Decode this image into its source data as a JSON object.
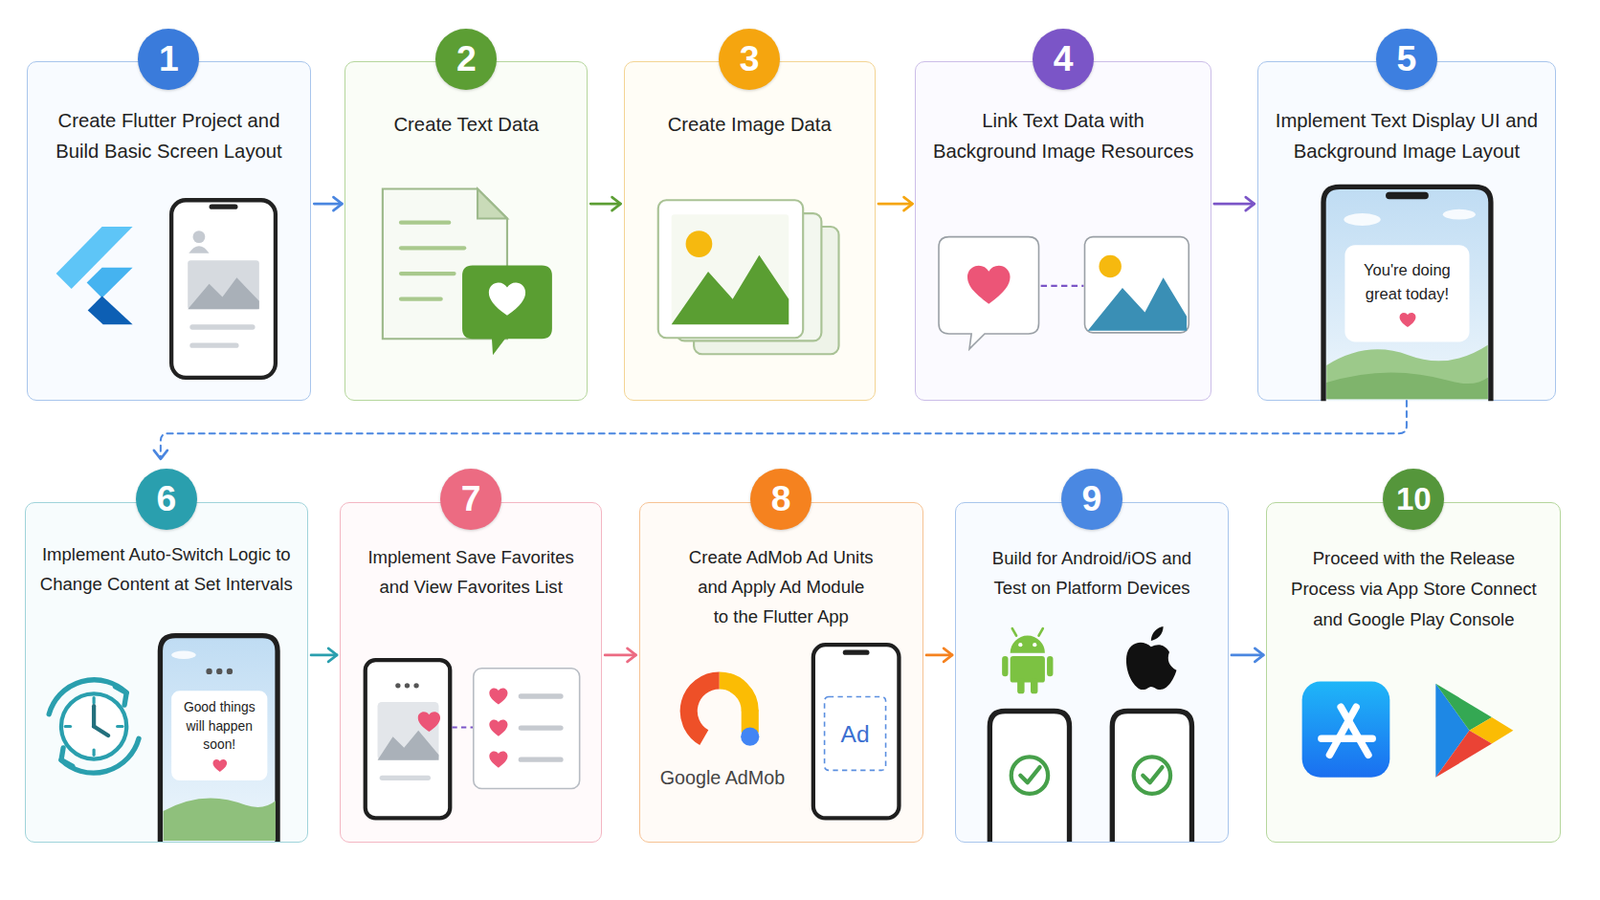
{
  "diagram": {
    "nodes": [
      {
        "text": [
          "1",
          "Create Flutter Project and Build Basic Screen Layout"
        ]
      },
      {
        "text": [
          "2",
          "Create Text Data"
        ]
      },
      {
        "text": [
          "3",
          "Create Image Data"
        ]
      },
      {
        "text": [
          "4",
          "Link Text Data with Background Image Resources"
        ]
      },
      {
        "text": [
          "5",
          "Implement Text Display UI and Background Image Layout"
        ]
      },
      {
        "text": [
          "6",
          "Implement Auto-Switch Logic to Change Content at Set Intervals"
        ]
      },
      {
        "text": [
          "7",
          "Implement Save Favorites and View Favorites List"
        ]
      },
      {
        "text": [
          "8",
          "Create AdMob Ad Units and Apply Ad Module to the Flutter App"
        ]
      },
      {
        "text": [
          "9",
          "Build for Android/iOS and Test on Platform Devices"
        ]
      },
      {
        "text": [
          "10",
          "Proceed with the Release Process via App Store Connect and Google Play Console"
        ]
      }
    ],
    "edges": [
      {
        "from": 0,
        "to": 1,
        "arrow": "to"
      },
      {
        "from": 1,
        "to": 2,
        "arrow": "to"
      },
      {
        "from": 2,
        "to": 3,
        "arrow": "to"
      },
      {
        "from": 3,
        "to": 4,
        "arrow": "to"
      },
      {
        "from": 4,
        "to": 5,
        "arrow": "to"
      },
      {
        "from": 5,
        "to": 6,
        "arrow": "to"
      },
      {
        "from": 6,
        "to": 7,
        "arrow": "to"
      },
      {
        "from": 7,
        "to": 8,
        "arrow": "to"
      },
      {
        "from": 8,
        "to": 9,
        "arrow": "to"
      }
    ],
    "labels": [
      "You're doing great today!",
      "Good things will happen soon!",
      "Google AdMob",
      "Ad"
    ]
  }
}
